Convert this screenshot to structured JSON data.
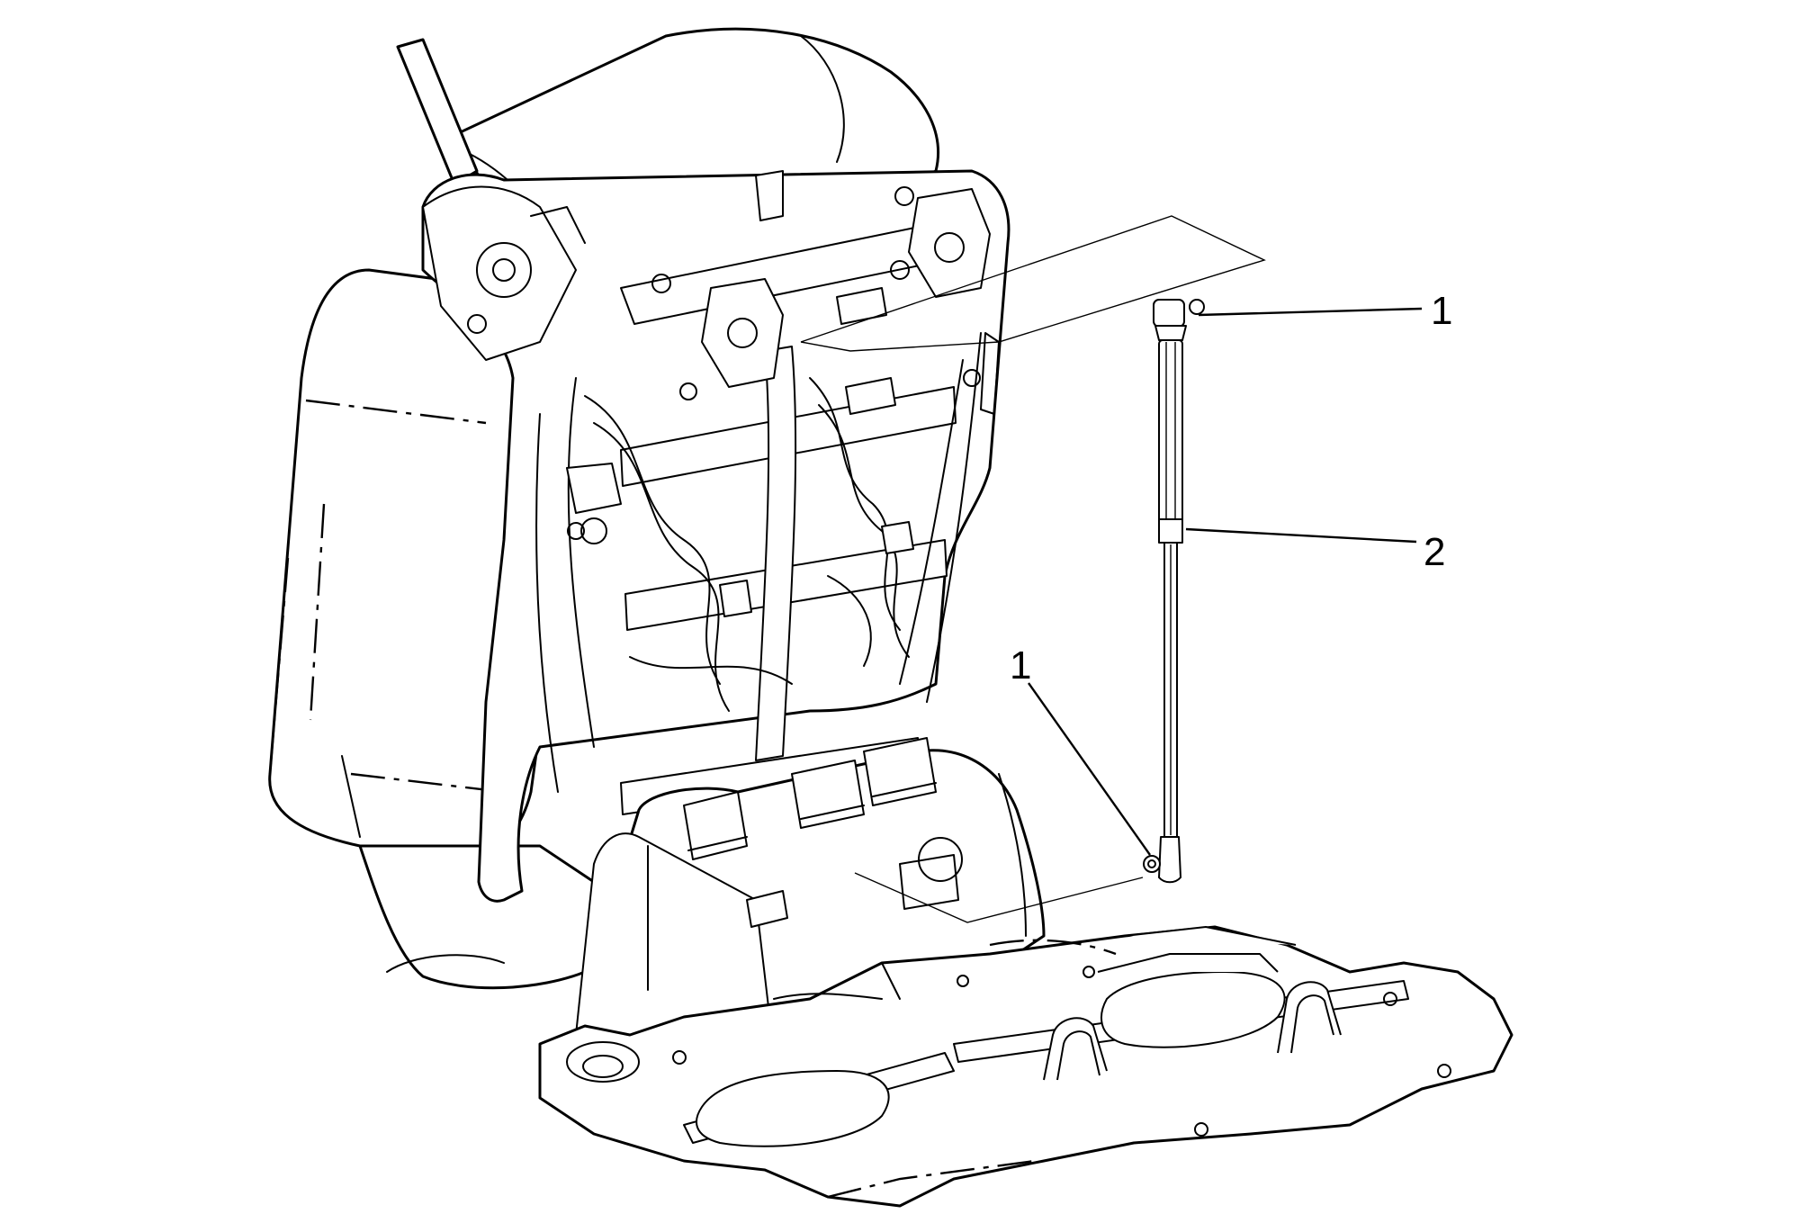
{
  "callouts": {
    "strut_upper_end": "1",
    "strut_lower_end": "1",
    "gas_strut": "2"
  }
}
